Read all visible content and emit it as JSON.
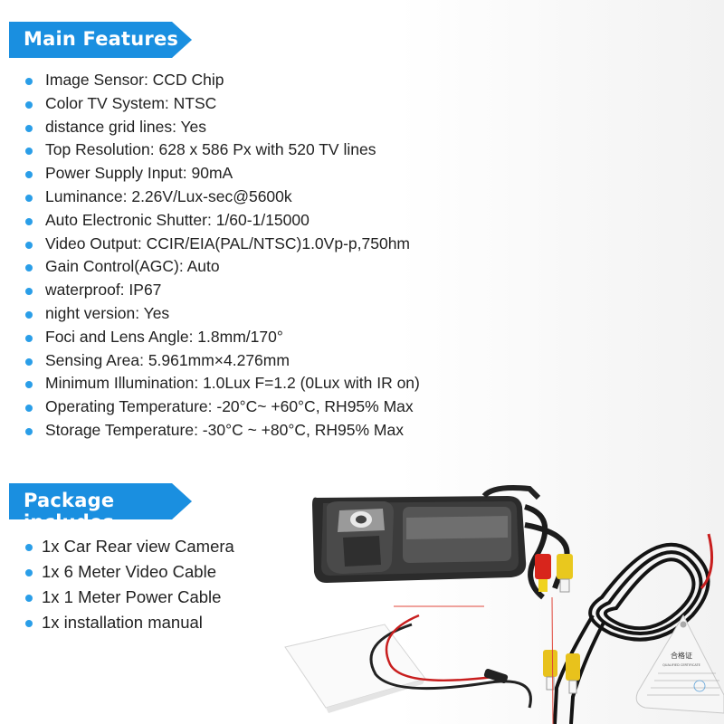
{
  "sections": {
    "main_features_title": "Main Features",
    "package_title": "Package includes"
  },
  "features": [
    "Image Sensor: CCD Chip",
    "Color TV System: NTSC",
    "distance grid lines: Yes",
    "Top Resolution: 628 x 586 Px with 520 TV lines",
    "Power Supply Input: 90mA",
    "Luminance: 2.26V/Lux-sec@5600k",
    "Auto Electronic Shutter: 1/60-1/15000",
    "Video Output: CCIR/EIA(PAL/NTSC)1.0Vp-p,750hm",
    "Gain Control(AGC): Auto",
    "waterproof: IP67",
    "night version: Yes",
    "Foci and Lens Angle: 1.8mm/170°",
    "Sensing Area: 5.961mm×4.276mm",
    "Minimum Illumination: 1.0Lux F=1.2 (0Lux with IR on)",
    "Operating Temperature: -20°C~ +60°C, RH95% Max",
    "Storage Temperature: -30°C ~ +80°C, RH95% Max"
  ],
  "package": [
    "1x Car Rear view Camera",
    "1x 6 Meter Video Cable",
    "1x 1 Meter Power Cable",
    "1x installation manual"
  ],
  "certificate": {
    "title": "合格证",
    "subtitle": "QUALIFIED CERTIFICATE"
  },
  "colors": {
    "banner": "#1a8fe0",
    "bullet": "#2a9ee8",
    "text": "#222222"
  }
}
